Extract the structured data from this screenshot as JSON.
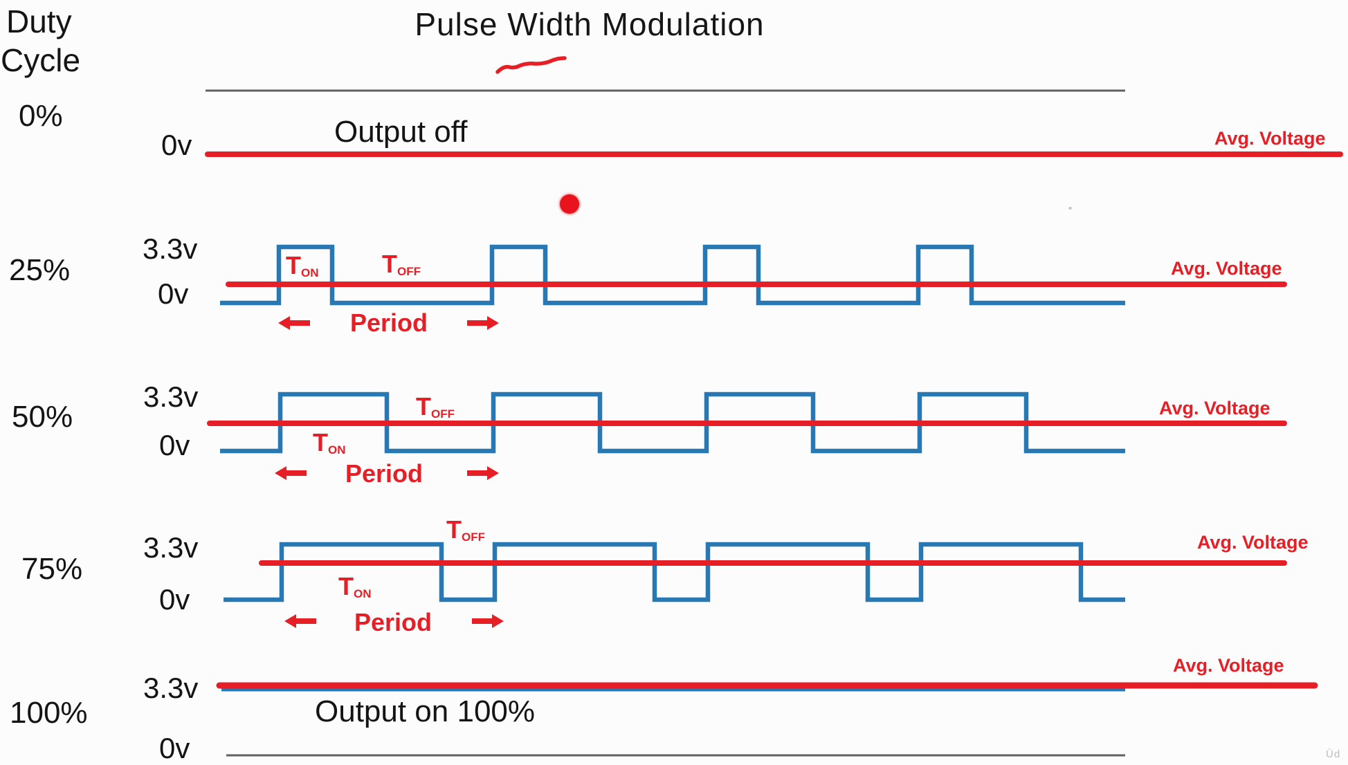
{
  "title": "Pulse Width Modulation",
  "header": {
    "line1": "Duty",
    "line2": "Cycle"
  },
  "colors": {
    "waveform_blue": "#2878b4",
    "accent_red": "#e61e26",
    "ink": "#1a1a1a",
    "ref_line_gray": "#606060"
  },
  "voltages": {
    "high": "3.3v",
    "low": "0v"
  },
  "rows": [
    {
      "duty_label": "0%",
      "duty_fraction": 0,
      "low_label": "0v",
      "note": "Output off",
      "avg_label": "Avg. Voltage"
    },
    {
      "duty_label": "25%",
      "duty_fraction": 0.25,
      "high_label": "3.3v",
      "low_label": "0v",
      "t_on_base": "T",
      "t_on_sub": "ON",
      "t_off_base": "T",
      "t_off_sub": "OFF",
      "period_label": "Period",
      "avg_label": "Avg. Voltage"
    },
    {
      "duty_label": "50%",
      "duty_fraction": 0.5,
      "high_label": "3.3v",
      "low_label": "0v",
      "t_on_base": "T",
      "t_on_sub": "ON",
      "t_off_base": "T",
      "t_off_sub": "OFF",
      "period_label": "Period",
      "avg_label": "Avg. Voltage"
    },
    {
      "duty_label": "75%",
      "duty_fraction": 0.75,
      "high_label": "3.3v",
      "low_label": "0v",
      "t_on_base": "T",
      "t_on_sub": "ON",
      "t_off_base": "T",
      "t_off_sub": "OFF",
      "period_label": "Period",
      "avg_label": "Avg. Voltage"
    },
    {
      "duty_label": "100%",
      "duty_fraction": 1,
      "high_label": "3.3v",
      "low_label": "0v",
      "note": "Output on 100%",
      "avg_label": "Avg. Voltage"
    }
  ],
  "watermark": "Üd"
}
